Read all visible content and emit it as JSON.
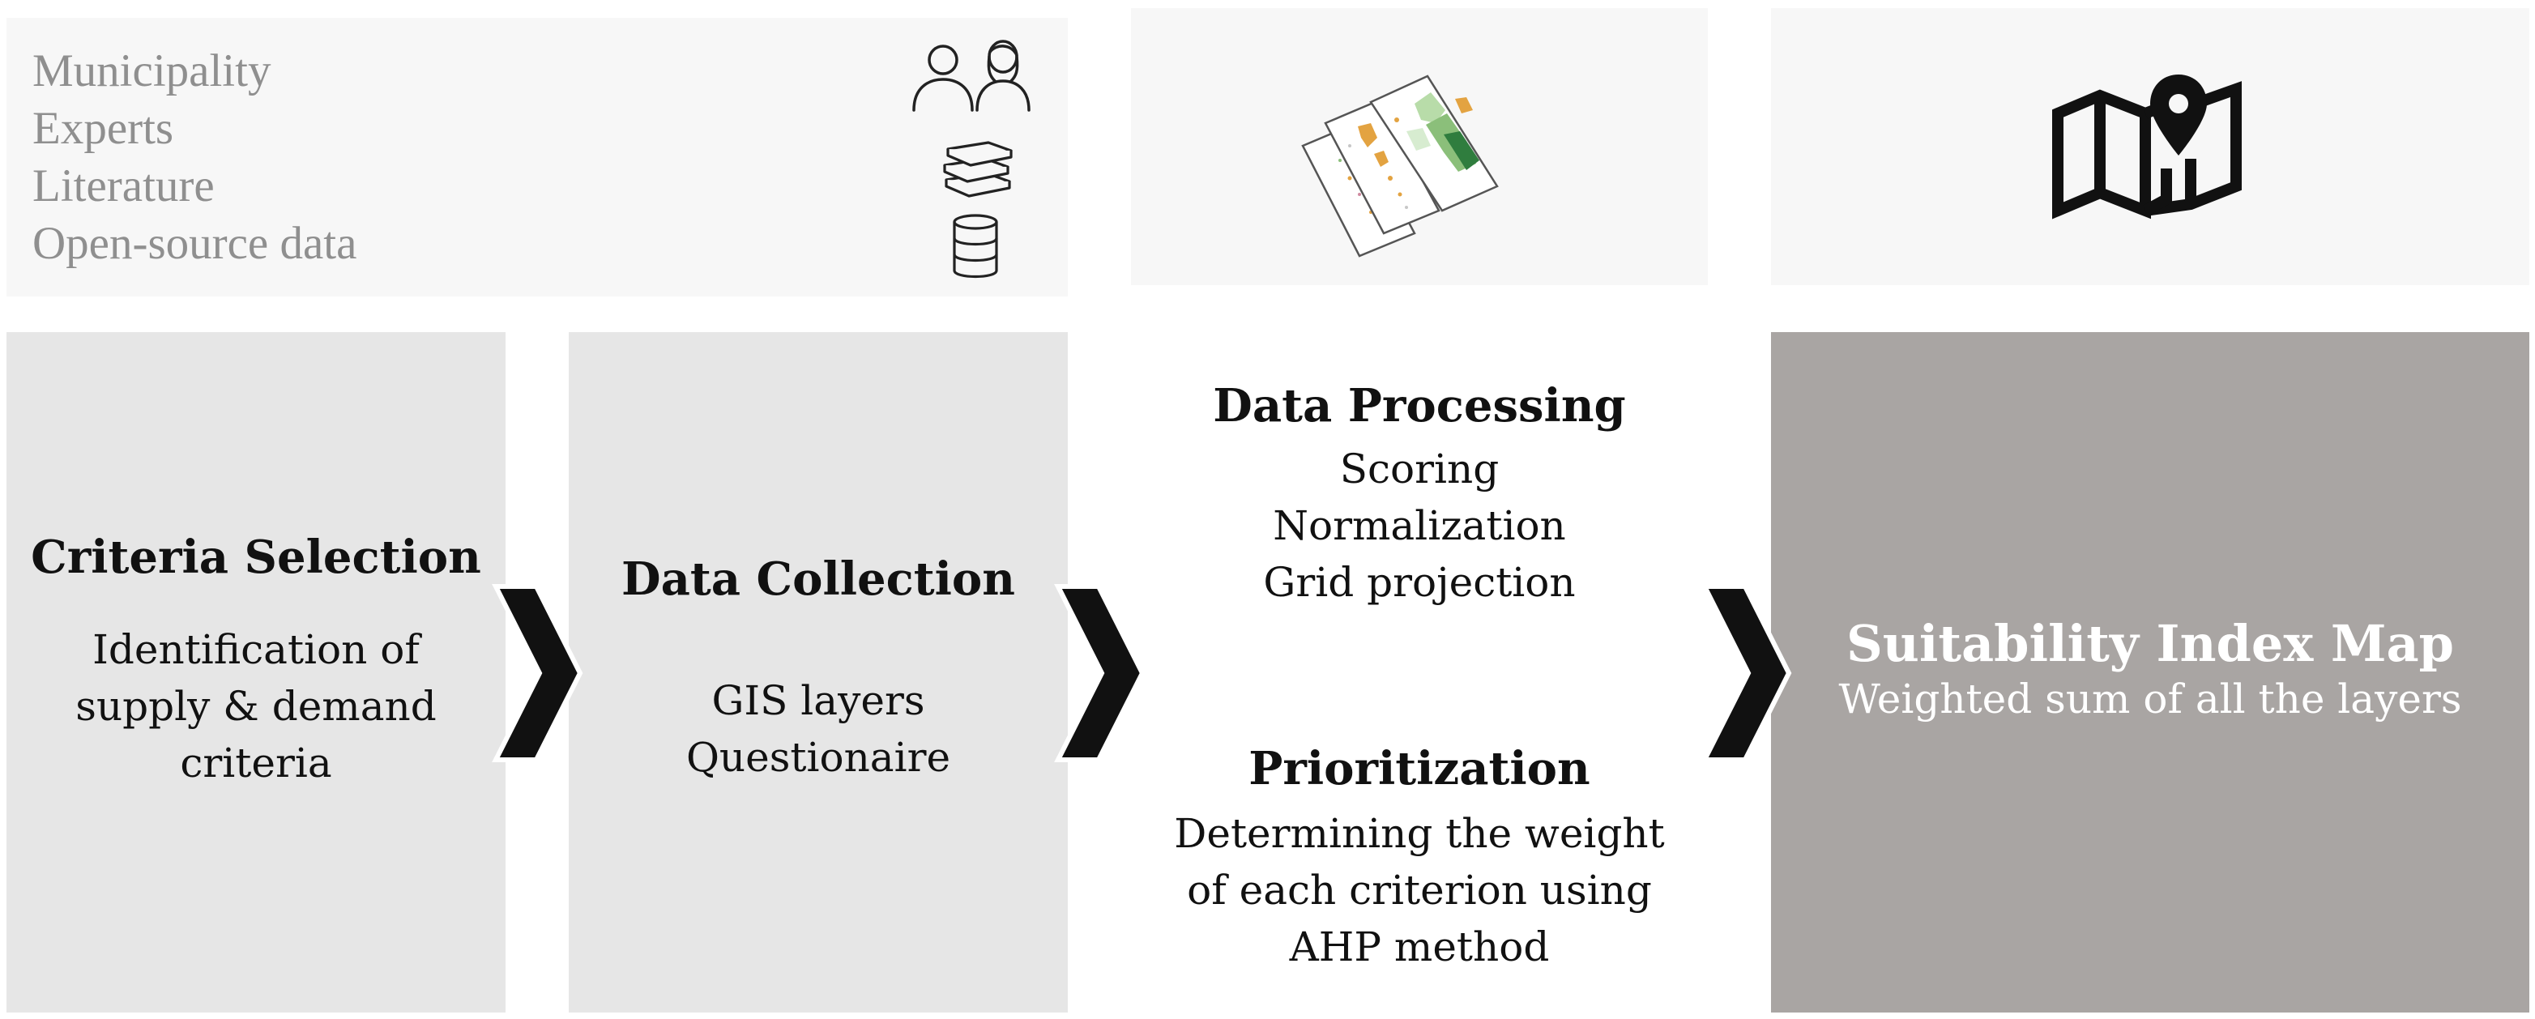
{
  "sources": {
    "items": [
      "Municipality",
      "Experts",
      "Literature",
      "Open-source data"
    ],
    "icons": [
      "people-icon",
      "books-icon",
      "database-icon"
    ]
  },
  "steps": {
    "criteria": {
      "title": "Criteria Selection",
      "body": "Identification of\nsupply & demand\ncriteria"
    },
    "collection": {
      "title": "Data Collection",
      "body": "GIS layers\nQuestionaire"
    },
    "processing": {
      "title": "Data Processing",
      "body": "Scoring\nNormalization\nGrid projection"
    },
    "prioritization": {
      "title": "Prioritization",
      "body": "Determining the weight\nof each criterion using\nAHP method"
    },
    "suitability": {
      "title": "Suitability Index Map",
      "body": "Weighted sum of all the layers"
    }
  },
  "colors": {
    "light_panel": "#e6e6e6",
    "top_panel": "#f7f7f7",
    "result_panel": "#a9a5a3",
    "source_text": "#8f8f8f",
    "arrow": "#111111",
    "map_green_dark": "#2f7d3e",
    "map_green_light": "#b8dca9",
    "map_orange": "#e3a341"
  }
}
